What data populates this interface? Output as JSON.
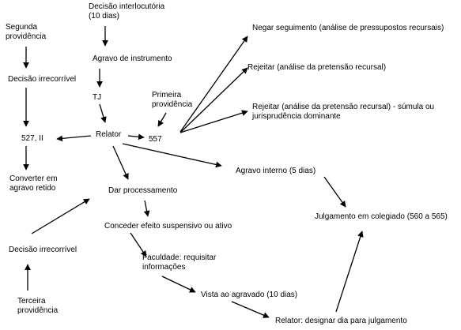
{
  "colors": {
    "text": "#000000",
    "arrow": "#000000",
    "background": "#ffffff"
  },
  "nodes": {
    "decisao_interlocutoria": "Decisão interlocutória\n(10 dias)",
    "segunda_providencia": "Segunda\nprovidência",
    "agravo_instrumento": "Agravo de instrumento",
    "decisao_irrecorrivel_top": "Decisão irrecorrível",
    "tj": "TJ",
    "primeira_providencia": "Primeira\nprovidência",
    "relator": "Relator",
    "art_527": "527, II",
    "art_557": "557",
    "negar_seguimento": "Negar seguimento (análise de pressupostos recursais)",
    "rejeitar_1": "Rejeitar (análise da pretensão recursal)",
    "rejeitar_2": "Rejeitar (análise da pretensão recursal) - súmula ou\njurisprudência dominante",
    "converter_agravo_retido": "Converter em\nagravo retido",
    "agravo_interno": "Agravo interno (5 dias)",
    "dar_processamento": "Dar processamento",
    "julgamento_colegiado": "Julgamento em colegiado (560 a 565)",
    "conceder_efeito": "Conceder efeito suspensivo ou ativo",
    "decisao_irrecorrivel_bottom": "Decisão irrecorrível",
    "faculdade_requisitar": "Faculdade: requisitar\ninformações",
    "terceira_providencia": "Terceira\nprovidência",
    "vista_agravado": "Vista ao agravado (10 dias)",
    "relator_designar": "Relator: designar dia para julgamento"
  }
}
